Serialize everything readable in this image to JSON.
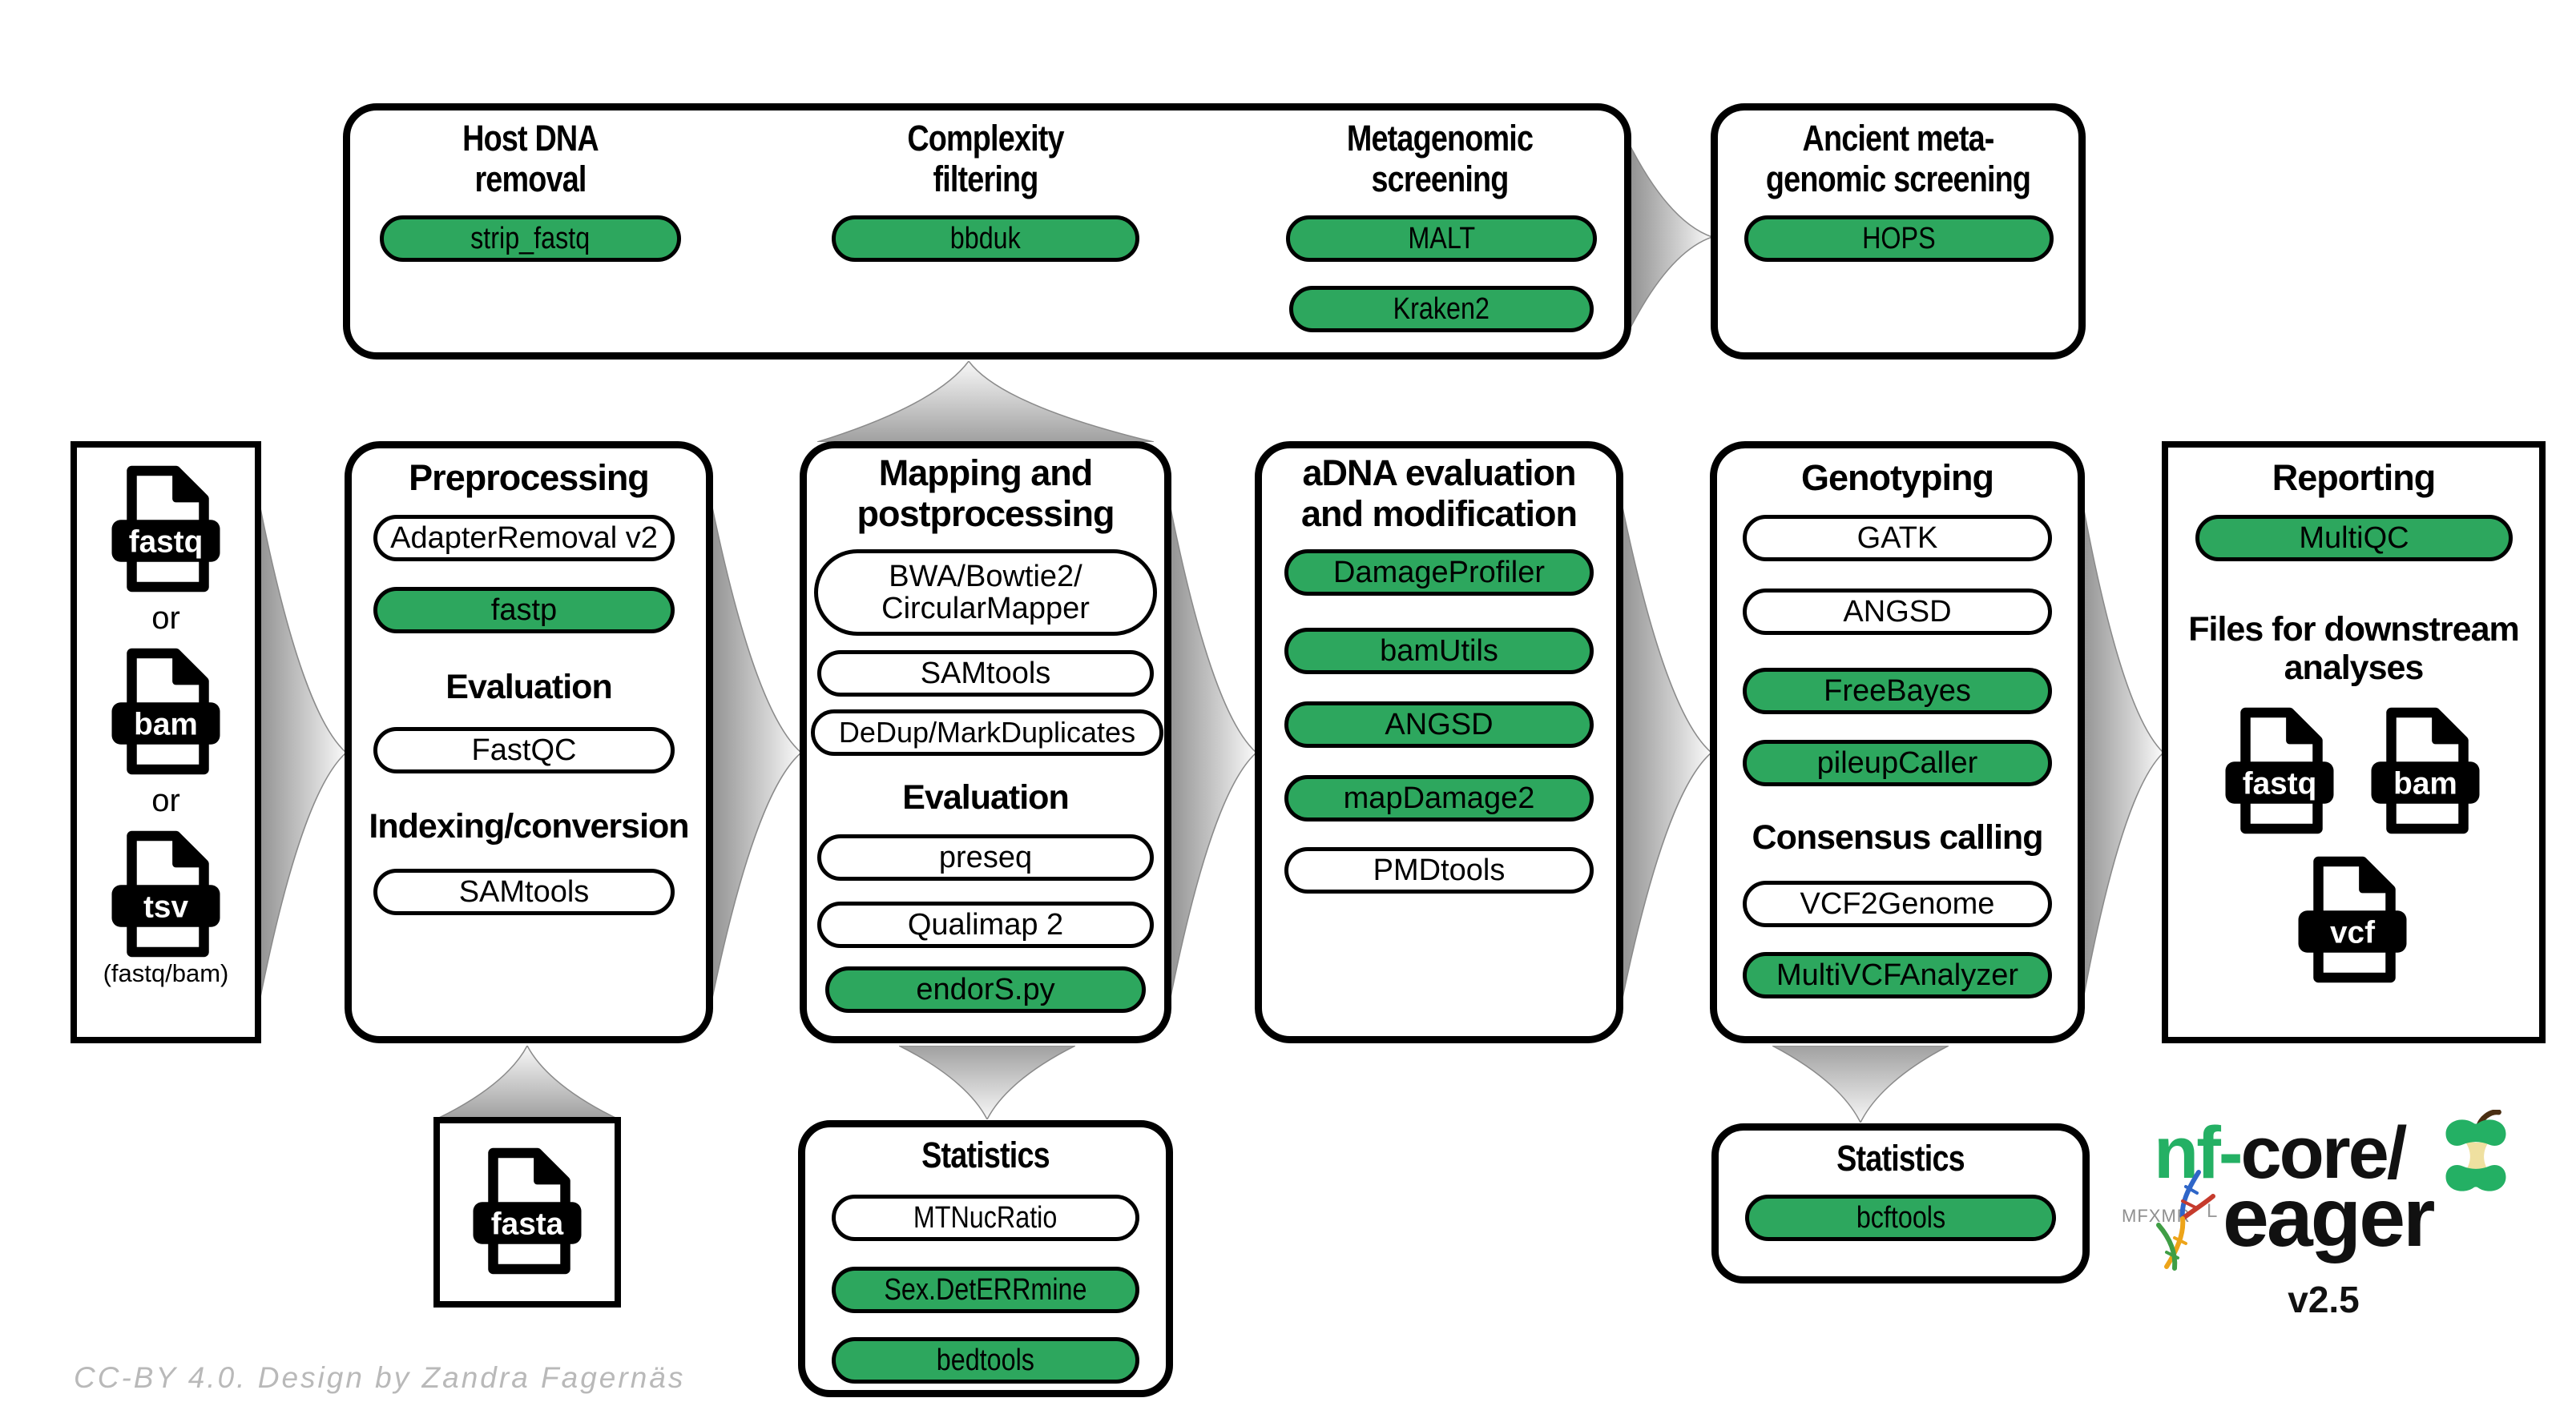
{
  "colors": {
    "green": "#2da75e",
    "logo_green": "#24b064"
  },
  "top_pipeline": {
    "sections": [
      {
        "title": "Host DNA\nremoval",
        "pills": [
          {
            "label": "strip_fastq"
          }
        ]
      },
      {
        "title": "Complexity\nfiltering",
        "pills": [
          {
            "label": "bbduk"
          }
        ]
      },
      {
        "title": "Metagenomic\nscreening",
        "pills": [
          {
            "label": "MALT"
          },
          {
            "label": "Kraken2"
          }
        ]
      }
    ]
  },
  "ancient_screening": {
    "title": "Ancient meta-\ngenomic screening",
    "pills": [
      {
        "label": "HOPS"
      }
    ]
  },
  "input": {
    "file1": "fastq",
    "or1": "or",
    "file2": "bam",
    "or2": "or",
    "file3": "tsv",
    "caption": "(fastq/bam)"
  },
  "preprocessing": {
    "title": "Preprocessing",
    "pill1": "AdapterRemoval v2",
    "pill2": "fastp",
    "heading1": "Evaluation",
    "pill3": "FastQC",
    "heading2": "Indexing/conversion",
    "pill4": "SAMtools"
  },
  "mapping": {
    "title": "Mapping and\npostprocessing",
    "pill1": "BWA/Bowtie2/\nCircularMapper",
    "pill2": "SAMtools",
    "pill3": "DeDup/MarkDuplicates",
    "heading1": "Evaluation",
    "pill4": "preseq",
    "pill5": "Qualimap 2",
    "pill6": "endorS.py"
  },
  "adna": {
    "title": "aDNA evaluation\nand modification",
    "pill1": "DamageProfiler",
    "pill2": "bamUtils",
    "pill3": "ANGSD",
    "pill4": "mapDamage2",
    "pill5": "PMDtools"
  },
  "genotyping": {
    "title": "Genotyping",
    "pill1": "GATK",
    "pill2": "ANGSD",
    "pill3": "FreeBayes",
    "pill4": "pileupCaller",
    "heading1": "Consensus calling",
    "pill5": "VCF2Genome",
    "pill6": "MultiVCFAnalyzer"
  },
  "reporting": {
    "title": "Reporting",
    "pill1": "MultiQC",
    "heading1": "Files for downstream\nanalyses",
    "file1": "fastq",
    "file2": "bam",
    "file3": "vcf"
  },
  "reference": {
    "file1": "fasta"
  },
  "statistics_mapping": {
    "title": "Statistics",
    "pill1": "MTNucRatio",
    "pill2": "Sex.DetERRmine",
    "pill3": "bedtools"
  },
  "statistics_genotyping": {
    "title": "Statistics",
    "pill1": "bcftools"
  },
  "logo": {
    "prefix": "nf-",
    "core": "core/",
    "name": "eager",
    "version": "v2.5",
    "runes": "MFXMR"
  },
  "credit": "CC-BY 4.0. Design by Zandra Fagernäs"
}
